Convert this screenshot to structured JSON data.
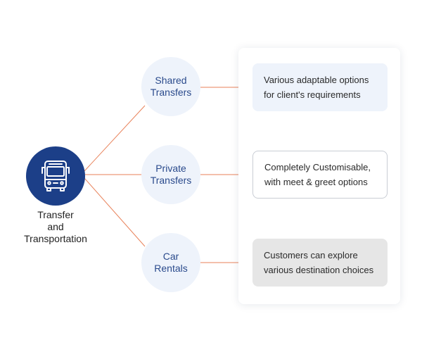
{
  "hub": {
    "label": "Transfer\nand\nTransportation",
    "icon": "bus-icon",
    "color": "#1c3f88"
  },
  "services": [
    {
      "label": "Shared\nTransfers",
      "description": "Various adaptable options\nfor client's requirements"
    },
    {
      "label": "Private\nTransfers",
      "description": "Completely Customisable,\nwith meet & greet options"
    },
    {
      "label": "Car\nRentals",
      "description": "Customers can explore\nvarious destination choices"
    }
  ],
  "colors": {
    "connector": "#e8825a",
    "node_fill": "#eef3fb",
    "node_text": "#2a4a8c"
  }
}
